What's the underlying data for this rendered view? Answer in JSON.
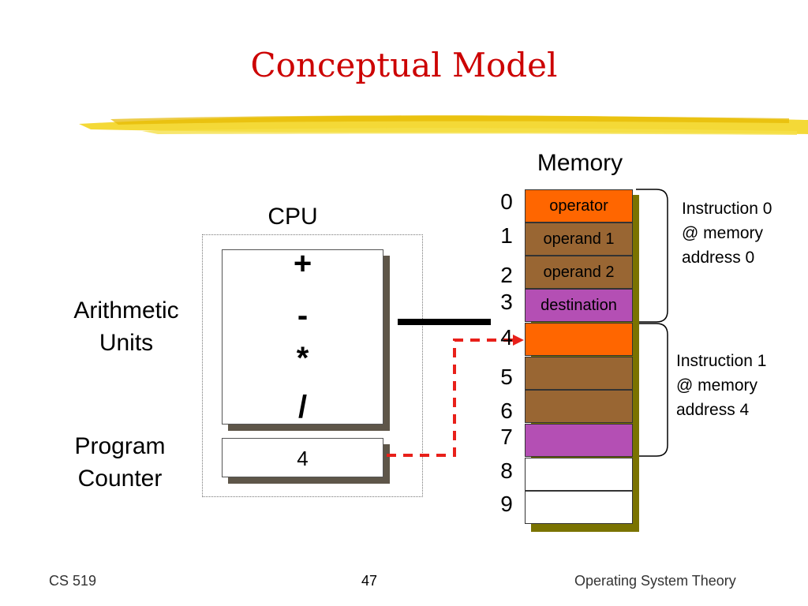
{
  "slide": {
    "title": "Conceptual Model",
    "cpu_label": "CPU",
    "memory_label": "Memory",
    "arithmetic_label": [
      "Arithmetic",
      "Units"
    ],
    "program_counter_label": [
      "Program",
      "Counter"
    ],
    "operators": [
      "+",
      "-",
      "*",
      "/"
    ],
    "program_counter_value": "4",
    "memory_indices": [
      "0",
      "1",
      "2",
      "3",
      "4",
      "5",
      "6",
      "7",
      "8",
      "9"
    ],
    "memory_cells": [
      {
        "text": "operator",
        "color": "#ff6600"
      },
      {
        "text": "operand 1",
        "color": "#996633"
      },
      {
        "text": "operand 2",
        "color": "#996633"
      },
      {
        "text": "destination",
        "color": "#b44fb4"
      },
      {
        "text": "",
        "color": "#ff6600"
      },
      {
        "text": "",
        "color": "#996633"
      },
      {
        "text": "",
        "color": "#996633"
      },
      {
        "text": "",
        "color": "#b44fb4"
      },
      {
        "text": "",
        "color": "#ffffff"
      },
      {
        "text": "",
        "color": "#ffffff"
      }
    ],
    "instruction0": [
      "Instruction 0",
      "@ memory",
      "address 0"
    ],
    "instruction1": [
      "Instruction 1",
      "@ memory",
      "address 4"
    ],
    "colors": {
      "title": "#cc0000",
      "brush": "#f2d214",
      "pointer": "#e8201a"
    }
  },
  "footer": {
    "course": "CS 519",
    "page": "47",
    "subject": "Operating System Theory"
  }
}
